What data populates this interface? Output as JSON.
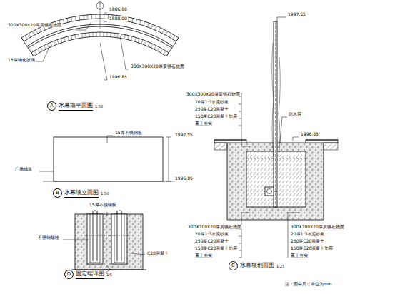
{
  "diagram": {
    "nodes": [
      {
        "text": [
          "A",
          "水幕墙平面图",
          "1:50"
        ]
      },
      {
        "text": [
          "B",
          "水幕墙立面图",
          "1:50"
        ]
      },
      {
        "text": [
          "D",
          "固定端详图",
          "1:5"
        ]
      },
      {
        "text": [
          "C",
          "水幕墙剖面图",
          "1:25"
        ]
      }
    ],
    "edges": [],
    "labels": [
      "1886.00",
      "1888.00",
      "300X300X20厚黄锈石烧面",
      "15厚钢化玻璃",
      "300X300X20厚黄锈石烧面",
      "1996.85",
      "15厚不锈钢板",
      "1997.55",
      "1996.85",
      "广场铺装",
      "15厚不锈钢板",
      "不锈钢螺栓",
      "C20混凝土",
      "1997.55",
      "300X300X20厚黄锈石烧面",
      "20厚1:3水泥砂浆",
      "250厚C20混凝土",
      "150厚C20混凝土垫层",
      "素土夯实",
      "防水层",
      "1996.85",
      "300X300X20厚黄锈石烧面",
      "20厚1:3水泥砂浆",
      "250厚C20混凝土",
      "150厚C20混凝土垫层",
      "素土夯实",
      "300X300X20厚黄锈石烧面",
      "20厚1:3水泥砂浆",
      "250厚C20混凝土",
      "150厚C20混凝土垫层",
      "素土夯实",
      "注：图中尺寸单位为mm"
    ]
  }
}
